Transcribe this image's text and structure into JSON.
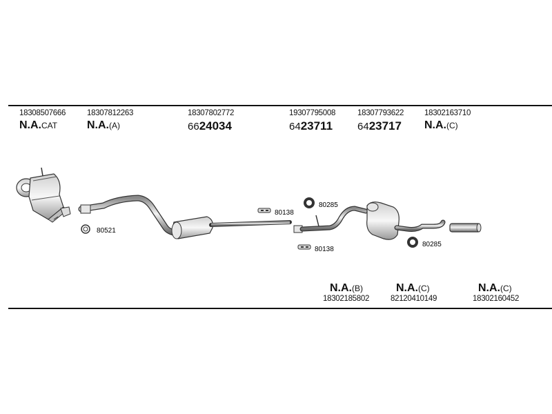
{
  "top_parts": [
    {
      "part_no": "18308507666",
      "code_main": "N.A.",
      "code_suffix": "CAT"
    },
    {
      "part_no": "18307812263",
      "code_main": "N.A.",
      "code_suffix": "(A)"
    },
    {
      "part_no": "18307802772",
      "code_prefix": "66",
      "code_main": "24034"
    },
    {
      "part_no": "19307795008",
      "code_prefix": "64",
      "code_main": "23711"
    },
    {
      "part_no": "18307793622",
      "code_prefix": "64",
      "code_main": "23717"
    },
    {
      "part_no": "18302163710",
      "code_main": "N.A.",
      "code_suffix": "(C)"
    }
  ],
  "bottom_parts": [
    {
      "part_no": "18302185802",
      "code_main": "N.A.",
      "code_suffix": "(B)"
    },
    {
      "part_no": "82120410149",
      "code_main": "N.A.",
      "code_suffix": "(C)"
    },
    {
      "part_no": "18302160452",
      "code_main": "N.A.",
      "code_suffix": "(C)"
    }
  ],
  "small_parts": {
    "clamp_left": "80521",
    "hanger_top": "80138",
    "hanger_bottom": "80138",
    "ring_top": "80285",
    "ring_bottom": "80285"
  }
}
